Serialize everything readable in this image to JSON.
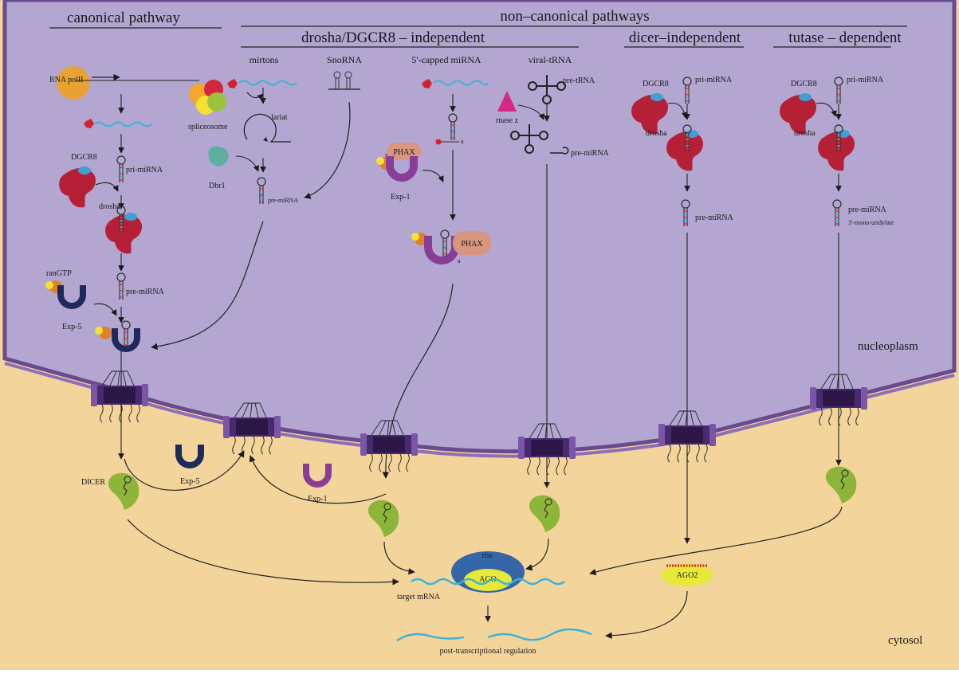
{
  "headers": {
    "canonical": "canonical pathway",
    "non_canonical": "non–canonical pathways",
    "drosha_indep": "drosha/DGCR8 – independent",
    "dicer_indep": "dicer–independent",
    "tutase": "tutase – dependent"
  },
  "sub": {
    "mirtons": "mirtons",
    "snorna": "SnoRNA",
    "capped": "5'-capped miRNA",
    "viral": "viral-tRNA"
  },
  "canonical": {
    "pol": "RNA polII",
    "dgcr8": "DGCR8",
    "pri": "pri-miRNA",
    "drosha": "drosha",
    "rangtp": "ranGTP",
    "pre": "pre-miRNA",
    "exp5": "Exp-5",
    "dicer": "DICER"
  },
  "mirtons": {
    "spliceosome": "spliceosome",
    "lariat": "lariat",
    "dbr1": "Dbr1",
    "pre": "pre-miRNA"
  },
  "capped": {
    "rangtp": "rangtp",
    "phax": "PHAX",
    "exp1": "Exp-1",
    "phax2": "PHAX",
    "a1": "a",
    "a2": "a"
  },
  "viral": {
    "pretrna": "pre-tRNA",
    "rnasez": "rnase z",
    "pri": "pre-miRNA"
  },
  "dicer_indep": {
    "dgcr8": "DGCR8",
    "pri": "pri-miRNA",
    "drosha": "drosha",
    "pre": "pre-miRNA"
  },
  "tutase": {
    "dgcr8": "DGCR8",
    "pri": "pri-miRNA",
    "drosha": "drosha",
    "pre": "pre-miRNA",
    "mono": "3'-mono-uridylate"
  },
  "cytosol": {
    "exp5": "Exp-5",
    "exp1": "Exp-1",
    "risc": "risc",
    "ago": "AGO",
    "ago2": "AGO2",
    "target": "target mRNA",
    "ptr": "post-transcriptional regulation"
  },
  "regions": {
    "nucleoplasm": "nucleoplasm",
    "cytosol": "cytosol"
  },
  "colors": {
    "nucleus": "#b3a6d1",
    "nucleus_border": "#6a4a8e",
    "cytosol": "#f3d49a",
    "drosha": "#b52036",
    "dgcr8": "#3f9fd6",
    "exportin5": "#1f2a5c",
    "exportin1": "#8a3d97",
    "dicer": "#8db53a",
    "ran": "#e2802a",
    "gtp": "#f4e232",
    "phax": "#d9957e",
    "risc": "#3567a8",
    "ago": "#e8e838",
    "rna": "#3bb3d6",
    "pore": "#4a2a6e"
  }
}
